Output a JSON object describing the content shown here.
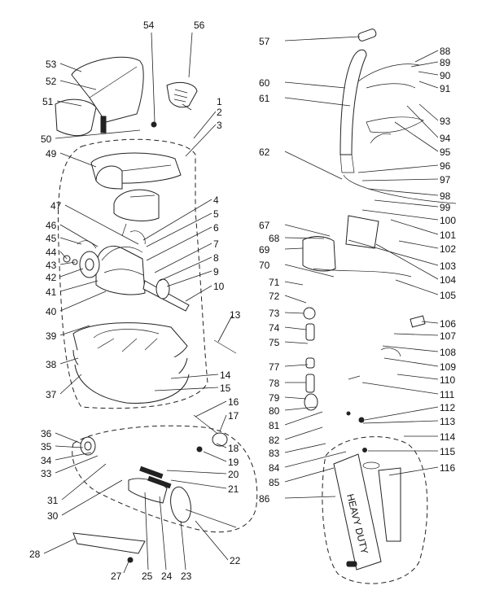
{
  "callouts": [
    "1",
    "2",
    "3",
    "4",
    "5",
    "6",
    "7",
    "8",
    "9",
    "10",
    "13",
    "14",
    "15",
    "16",
    "17",
    "18",
    "19",
    "20",
    "21",
    "22",
    "23",
    "24",
    "25",
    "27",
    "28",
    "30",
    "31",
    "33",
    "34",
    "35",
    "36",
    "37",
    "38",
    "39",
    "40",
    "41",
    "42",
    "43",
    "44",
    "45",
    "46",
    "47",
    "49",
    "50",
    "51",
    "52",
    "53",
    "54",
    "56",
    "57",
    "60",
    "61",
    "62",
    "67",
    "68",
    "69",
    "70",
    "71",
    "72",
    "73",
    "74",
    "75",
    "77",
    "78",
    "79",
    "80",
    "81",
    "82",
    "83",
    "84",
    "85",
    "86",
    "88",
    "89",
    "90",
    "91",
    "93",
    "94",
    "95",
    "96",
    "97",
    "98",
    "99",
    "100",
    "101",
    "102",
    "103",
    "104",
    "105",
    "106",
    "107",
    "108",
    "109",
    "110",
    "111",
    "112",
    "113",
    "114",
    "115",
    "116"
  ],
  "handle_text": "HEAVY DUTY"
}
